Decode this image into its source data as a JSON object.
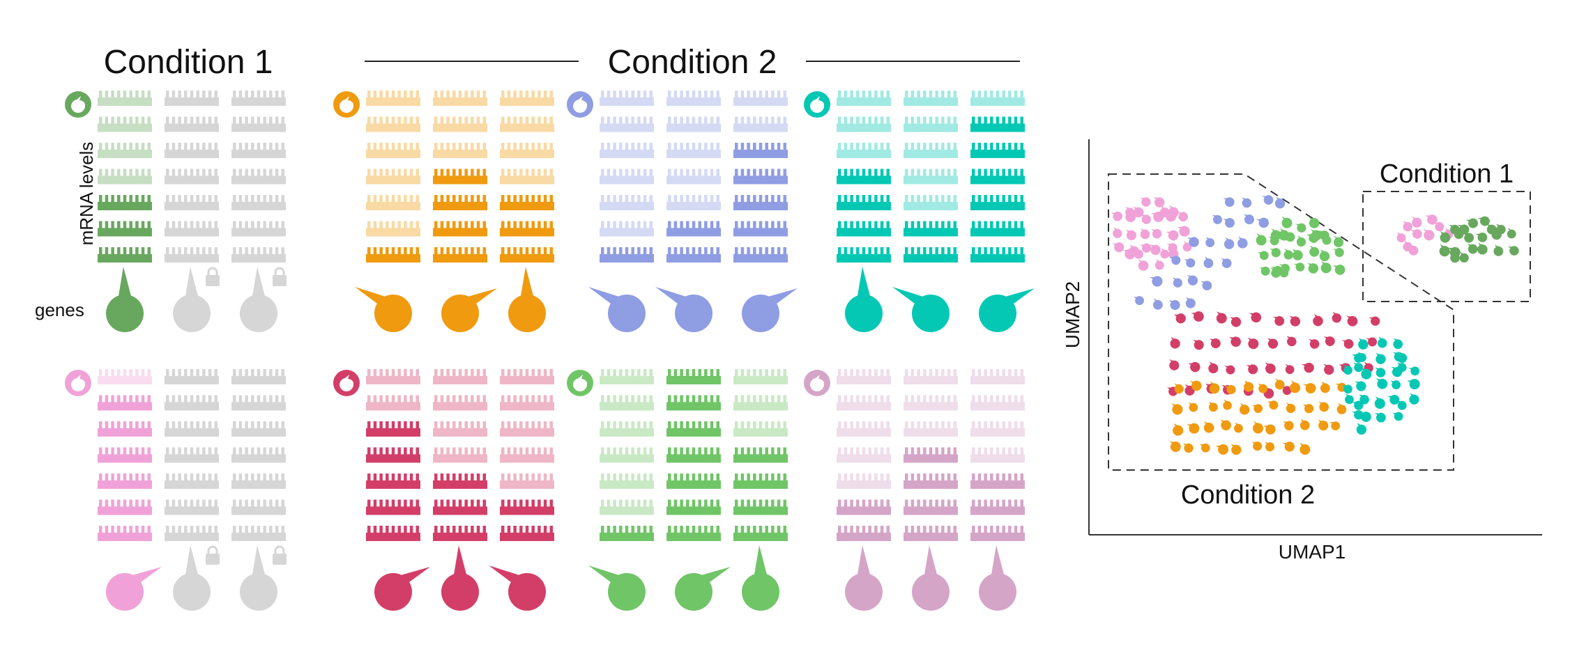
{
  "titles": {
    "condition1": "Condition 1",
    "condition2": "Condition 2"
  },
  "axis_labels": {
    "mrna": "mRNA levels",
    "genes": "genes"
  },
  "umap": {
    "xlabel": "UMAP1",
    "ylabel": "UMAP2",
    "condition1_label": "Condition 1",
    "condition2_label": "Condition 2"
  },
  "colors": {
    "gray": "#d6d6d6",
    "green_dark": "#68a85e",
    "orange": "#f09a10",
    "blue": "#8f9de3",
    "teal": "#05c8b4",
    "pink": "#f0a2d8",
    "red": "#d33e68",
    "green_light": "#70c567",
    "mauve": "#d5a5c8"
  },
  "cells": [
    {
      "id": "c1-top",
      "color_key": "green_dark",
      "group": "condition1",
      "levels": [
        [
          2,
          2,
          2,
          2,
          5,
          5,
          5
        ],
        [
          0,
          0,
          0,
          0,
          0,
          0,
          0
        ],
        [
          0,
          0,
          0,
          0,
          0,
          0,
          0
        ]
      ],
      "lock": [
        false,
        true,
        true
      ],
      "gene_active": [
        true,
        false,
        false
      ],
      "spike": [
        "up",
        "up",
        "up"
      ]
    },
    {
      "id": "c1-bottom",
      "color_key": "pink",
      "group": "condition1",
      "levels": [
        [
          2,
          5,
          5,
          5,
          5,
          5,
          5
        ],
        [
          0,
          0,
          0,
          0,
          0,
          0,
          0
        ],
        [
          0,
          0,
          0,
          0,
          0,
          0,
          0
        ]
      ],
      "lock": [
        false,
        true,
        true
      ],
      "gene_active": [
        true,
        false,
        false
      ],
      "spike": [
        "right",
        "up",
        "up"
      ]
    },
    {
      "id": "c2-orange",
      "color_key": "orange",
      "group": "condition2",
      "levels": [
        [
          2,
          2,
          2,
          2,
          2,
          2,
          5
        ],
        [
          2,
          2,
          2,
          5,
          5,
          5,
          5
        ],
        [
          2,
          2,
          2,
          2,
          5,
          5,
          5
        ]
      ],
      "lock": [
        false,
        false,
        false
      ],
      "gene_active": [
        true,
        true,
        true
      ],
      "spike": [
        "left",
        "right",
        "up"
      ]
    },
    {
      "id": "c2-blue",
      "color_key": "blue",
      "group": "condition2",
      "levels": [
        [
          2,
          2,
          2,
          2,
          2,
          2,
          5
        ],
        [
          2,
          2,
          2,
          2,
          2,
          5,
          5
        ],
        [
          2,
          2,
          5,
          5,
          5,
          5,
          5
        ]
      ],
      "lock": [
        false,
        false,
        false
      ],
      "gene_active": [
        true,
        true,
        true
      ],
      "spike": [
        "left",
        "left",
        "right"
      ]
    },
    {
      "id": "c2-teal",
      "color_key": "teal",
      "group": "condition2",
      "levels": [
        [
          2,
          2,
          2,
          5,
          5,
          5,
          5
        ],
        [
          2,
          2,
          2,
          2,
          2,
          5,
          5
        ],
        [
          2,
          5,
          5,
          5,
          5,
          5,
          5
        ]
      ],
      "lock": [
        false,
        false,
        false
      ],
      "gene_active": [
        true,
        true,
        true
      ],
      "spike": [
        "up",
        "left",
        "right"
      ]
    },
    {
      "id": "c2-red",
      "color_key": "red",
      "group": "condition2",
      "levels": [
        [
          2,
          2,
          5,
          5,
          5,
          5,
          5
        ],
        [
          2,
          2,
          2,
          2,
          5,
          5,
          5
        ],
        [
          2,
          2,
          2,
          2,
          2,
          5,
          5
        ]
      ],
      "lock": [
        false,
        false,
        false
      ],
      "gene_active": [
        true,
        true,
        true
      ],
      "spike": [
        "right",
        "up",
        "left"
      ]
    },
    {
      "id": "c2-green",
      "color_key": "green_light",
      "group": "condition2",
      "levels": [
        [
          2,
          2,
          2,
          2,
          2,
          2,
          5
        ],
        [
          5,
          5,
          5,
          5,
          5,
          5,
          5
        ],
        [
          2,
          2,
          2,
          5,
          5,
          5,
          5
        ]
      ],
      "lock": [
        false,
        false,
        false
      ],
      "gene_active": [
        true,
        true,
        true
      ],
      "spike": [
        "left",
        "right",
        "up"
      ]
    },
    {
      "id": "c2-mauve",
      "color_key": "mauve",
      "group": "condition2",
      "levels": [
        [
          2,
          2,
          2,
          2,
          2,
          5,
          5
        ],
        [
          2,
          2,
          2,
          5,
          5,
          5,
          5
        ],
        [
          2,
          2,
          2,
          2,
          5,
          5,
          5
        ]
      ],
      "lock": [
        false,
        false,
        false
      ],
      "gene_active": [
        true,
        true,
        true
      ],
      "spike": [
        "up",
        "up",
        "up"
      ]
    }
  ],
  "umap_clusters": [
    {
      "name": "pink-c2",
      "color_key": "pink",
      "count": 30,
      "shape": "circle"
    },
    {
      "name": "blue-c2",
      "color_key": "blue",
      "count": 24,
      "shape": "band"
    },
    {
      "name": "green-c2",
      "color_key": "green_light",
      "count": 30,
      "shape": "circle"
    },
    {
      "name": "red-c2",
      "color_key": "red",
      "count": 40,
      "shape": "band"
    },
    {
      "name": "orange-c2",
      "color_key": "orange",
      "count": 42,
      "shape": "band"
    },
    {
      "name": "teal-c2",
      "color_key": "teal",
      "count": 32,
      "shape": "circle"
    },
    {
      "name": "pink-c1",
      "color_key": "pink",
      "count": 10,
      "shape": "circle"
    },
    {
      "name": "green-c1",
      "color_key": "green_dark",
      "count": 20,
      "shape": "circle"
    }
  ]
}
